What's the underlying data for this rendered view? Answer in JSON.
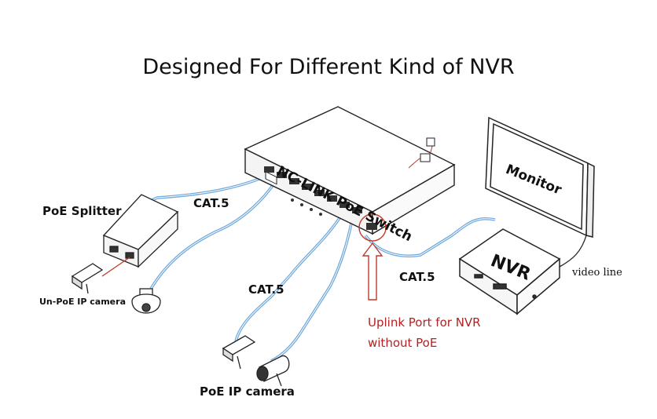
{
  "title": "Designed For Different Kind of NVR",
  "labels": {
    "switch": "NC-LINK PoE Switch",
    "monitor": "Monitor",
    "nvr": "NVR",
    "poe_splitter": "PoE Splitter",
    "cat5_left": "CAT.5",
    "cat5_middle": "CAT.5",
    "cat5_right": "CAT.5",
    "video_line": "video line",
    "unpoe_camera": "Un-PoE IP camera",
    "poe_camera": "PoE IP camera",
    "uplink_note_line1": "Uplink Port for NVR",
    "uplink_note_line2": "without PoE"
  },
  "colors": {
    "cable": "#6fa8dc",
    "uplink_note": "#b22222",
    "power_line": "#c0392b"
  }
}
